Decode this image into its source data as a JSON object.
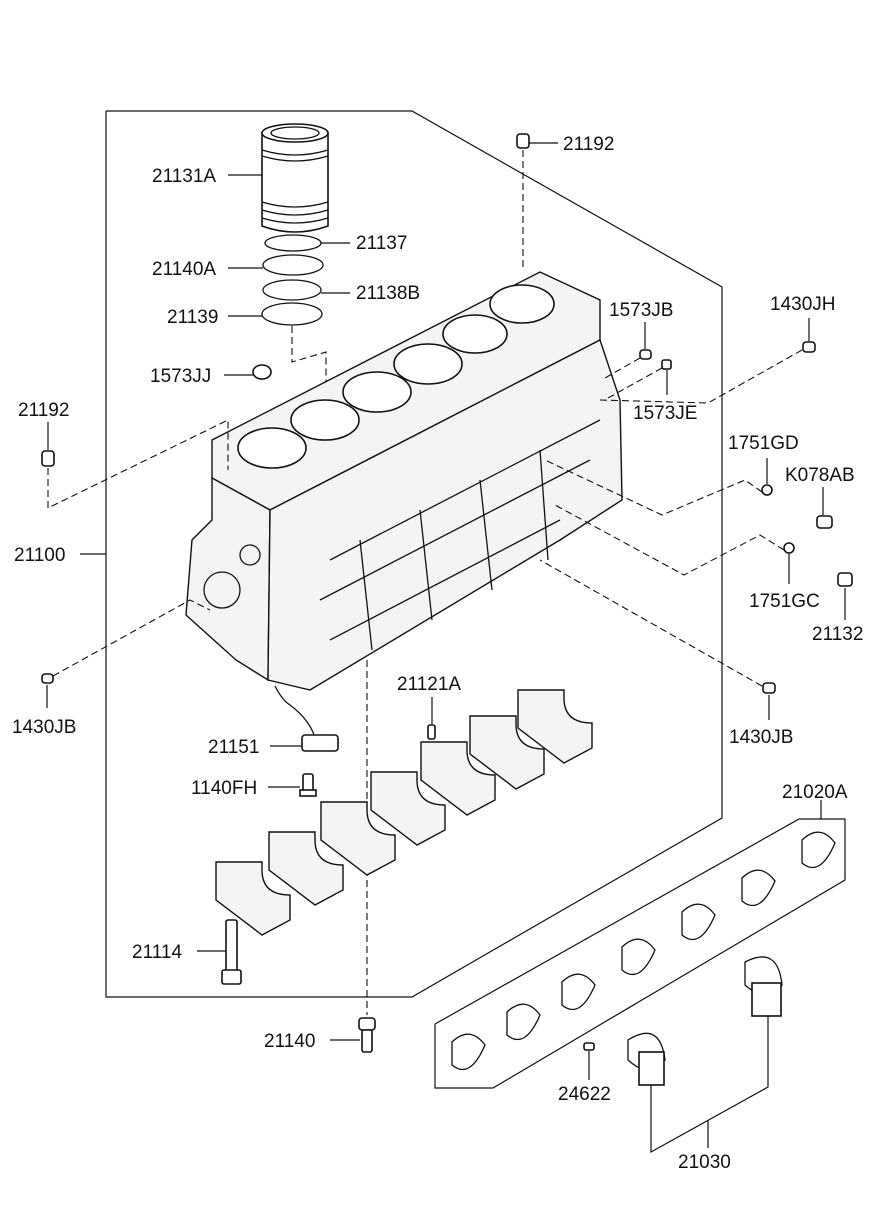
{
  "labels": {
    "l21131A": "21131A",
    "l21137": "21137",
    "l21140A": "21140A",
    "l21138B": "21138B",
    "l21139": "21139",
    "l1573JJ": "1573JJ",
    "l21192a": "21192",
    "l21192b": "21192",
    "l1573JB": "1573JB",
    "l1430JH": "1430JH",
    "l1573JE": "1573JE",
    "l1751GD": "1751GD",
    "lK078AB": "K078AB",
    "l21100": "21100",
    "l1751GC": "1751GC",
    "l21132": "21132",
    "l1430JBa": "1430JB",
    "l1430JBb": "1430JB",
    "l21121A": "21121A",
    "l21151": "21151",
    "l1140FH": "1140FH",
    "l21020A": "21020A",
    "l21114": "21114",
    "l21140": "21140",
    "l24622": "24622",
    "l21030": "21030"
  }
}
